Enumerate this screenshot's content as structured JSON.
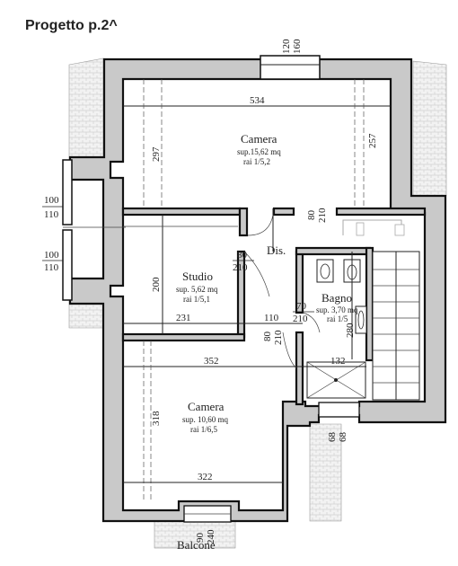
{
  "title": "Progetto p.2^",
  "rooms": {
    "camera_top": {
      "name": "Camera",
      "area": "sup.15,62 mq",
      "ratio": "rai 1/5,2"
    },
    "studio": {
      "name": "Studio",
      "area": "sup. 5,62 mq",
      "ratio": "rai 1/5,1"
    },
    "bagno": {
      "name": "Bagno",
      "area": "sup. 3,70 mq",
      "ratio": "rai 1/5"
    },
    "camera_bottom": {
      "name": "Camera",
      "area": "sup. 10,60 mq",
      "ratio": "rai 1/6,5"
    },
    "disimpegno": {
      "name": "Dis."
    },
    "balcone": {
      "name": "Balcone"
    }
  },
  "dimensions": {
    "top_window": [
      "120",
      "160"
    ],
    "left_window_1": [
      "100",
      "110"
    ],
    "left_window_2": [
      "100",
      "110"
    ],
    "camera_top_width": "534",
    "camera_top_depth_left": "297",
    "camera_top_depth_right": "257",
    "camera_top_door": [
      "80",
      "210"
    ],
    "studio_door": [
      "80",
      "210"
    ],
    "studio_width": "231",
    "studio_depth": "200",
    "dis_110": "110",
    "bagno_door": [
      "70",
      "210"
    ],
    "bagno_280": "280",
    "bagno_132": "132",
    "camera_bottom_door": [
      "80",
      "210"
    ],
    "camera_bottom_width_top": "352",
    "camera_bottom_depth": "318",
    "camera_bottom_width_bottom": "322",
    "bagno_window": [
      "68",
      "68"
    ],
    "balcone_door": [
      "90",
      "240"
    ]
  }
}
